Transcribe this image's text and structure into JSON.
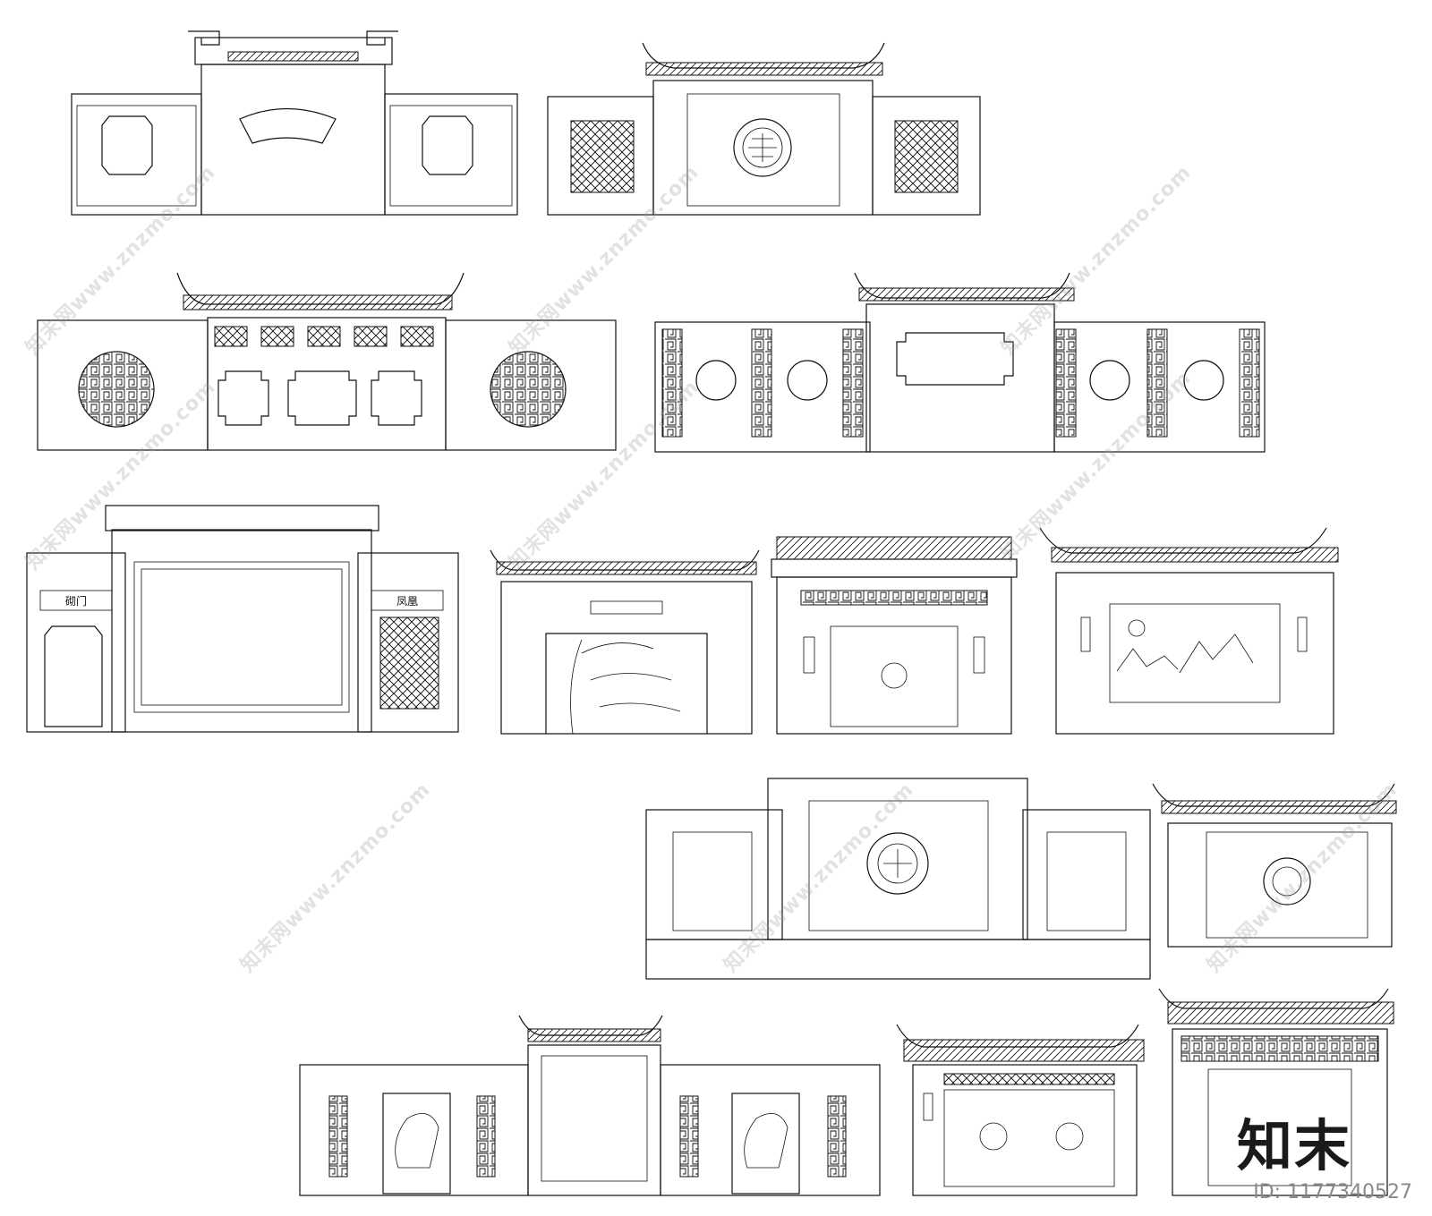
{
  "watermark": {
    "text": "知末网www.znzmo.com"
  },
  "brand_mark": "知末",
  "id_label": "ID: 1177340527",
  "panels": [
    {
      "label": "砌门"
    },
    {
      "label": "凤凰"
    }
  ]
}
